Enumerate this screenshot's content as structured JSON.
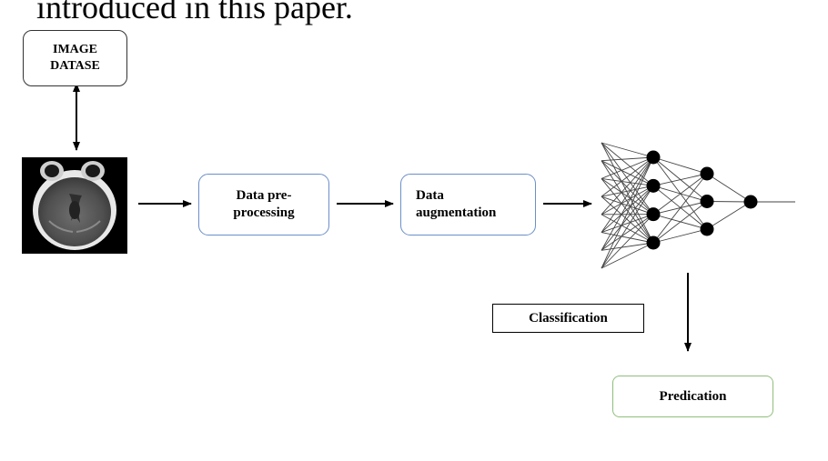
{
  "caption": "introduced in this paper.",
  "boxes": {
    "dataset_line1": "IMAGE",
    "dataset_line2": "DATASE",
    "preprocessing_line1": "Data pre-",
    "preprocessing_line2": "processing",
    "augmentation_line1": "Data",
    "augmentation_line2": "augmentation",
    "classification": "Classification",
    "prediction": "Predication"
  },
  "colors": {
    "process_border": "#6b8fc8",
    "prediction_border": "#8fbf7c",
    "line": "#000000"
  },
  "neural_network": {
    "layers": [
      8,
      4,
      3,
      1
    ],
    "input_layer_visible_nodes": false
  }
}
